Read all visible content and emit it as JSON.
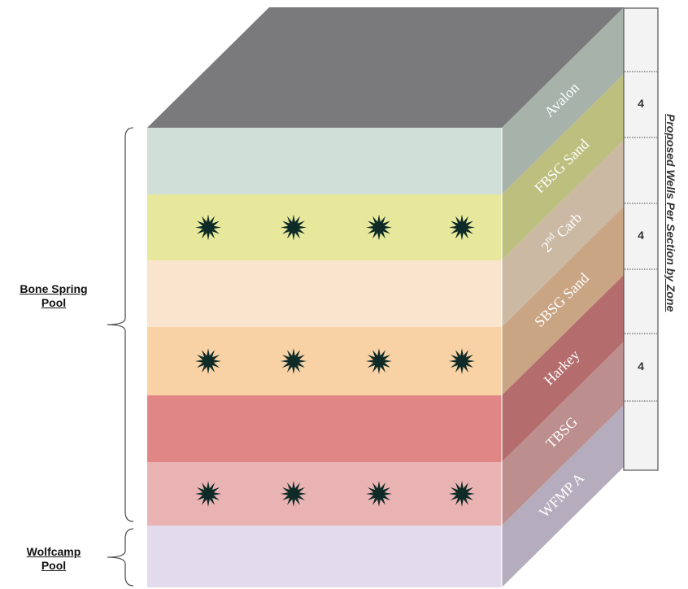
{
  "pools": [
    {
      "line1": "Bone Spring",
      "line2": "Pool"
    },
    {
      "line1": "Wolfcamp",
      "line2": "Pool"
    }
  ],
  "zones": [
    {
      "name": "Avalon",
      "sup": "",
      "suffix": "",
      "front_color": "#d0dfd8",
      "side_color": "#a7b2ab",
      "wells": 0
    },
    {
      "name": "FBSG Sand",
      "sup": "",
      "suffix": "",
      "front_color": "#e7e89b",
      "side_color": "#bcbf7e",
      "wells": 4
    },
    {
      "name": "2",
      "sup": "nd",
      "suffix": " Carb",
      "front_color": "#f9e5cd",
      "side_color": "#cbb9a4",
      "wells": 0
    },
    {
      "name": "SBSG Sand",
      "sup": "",
      "suffix": "",
      "front_color": "#f8d1a4",
      "side_color": "#c9a584",
      "wells": 4
    },
    {
      "name": "Harkey",
      "sup": "",
      "suffix": "",
      "front_color": "#e08686",
      "side_color": "#b46c6c",
      "wells": 0
    },
    {
      "name": "TBSG",
      "sup": "",
      "suffix": "",
      "front_color": "#eab3b3",
      "side_color": "#bc8e8e",
      "wells": 4
    },
    {
      "name": "WFMP A",
      "sup": "",
      "suffix": "",
      "front_color": "#e3dbec",
      "side_color": "#b5adbd",
      "wells": 0
    }
  ],
  "top_color": "#7a7a7c",
  "well_color": "#0f2b27",
  "well_counts": [
    "",
    "4",
    "",
    "4",
    "",
    "4",
    ""
  ],
  "right_title": "Proposed Wells Per Section by Zone"
}
